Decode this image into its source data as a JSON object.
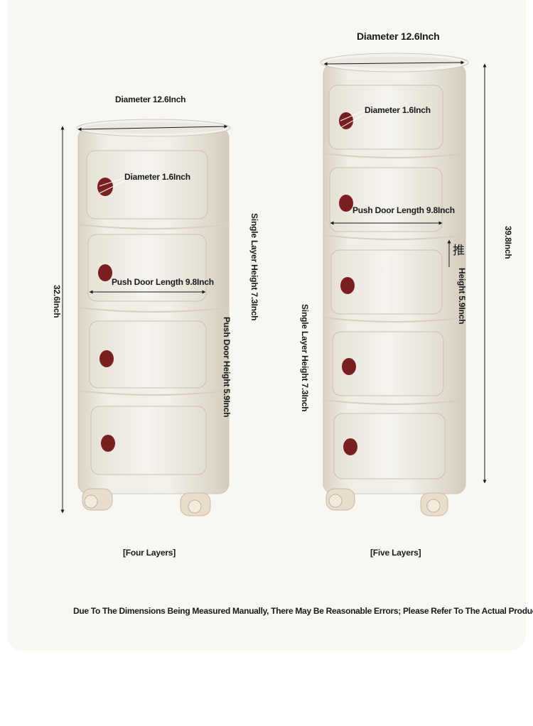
{
  "four_layer": {
    "caption": "[Four Layers]",
    "diameter_label": "Diameter 12.6Inch",
    "hole_label": "Diameter 1.6Inch",
    "push_door_length_label": "Push Door Length 9.8Inch",
    "total_height_label": "32.6Inch",
    "single_layer_height_label": "Single Layer Height 7.3Inch",
    "push_door_height_label": "Push Door Height 5.9Inch"
  },
  "five_layer": {
    "caption": "[Five Layers]",
    "diameter_label": "Diameter 12.6Inch",
    "hole_label": "Diameter 1.6Inch",
    "push_door_length_label": "Push Door Length 9.8Inch",
    "total_height_label": "39.8Inch",
    "single_layer_height_label": "Single Layer Height 7.3Inch",
    "door_height_label": "Height 5.9Inch",
    "push_glyph": "推"
  },
  "disclaimer": "Due To The Dimensions Being Measured Manually, There May Be Reasonable Errors; Please Refer To The Actual Product.",
  "colors": {
    "cabinet_body": "#efece3",
    "cabinet_shade": "#d9d3c4",
    "handle_hole": "#7a1f1f",
    "wheel": "#e8dccb",
    "background": "#f9f7f2"
  }
}
